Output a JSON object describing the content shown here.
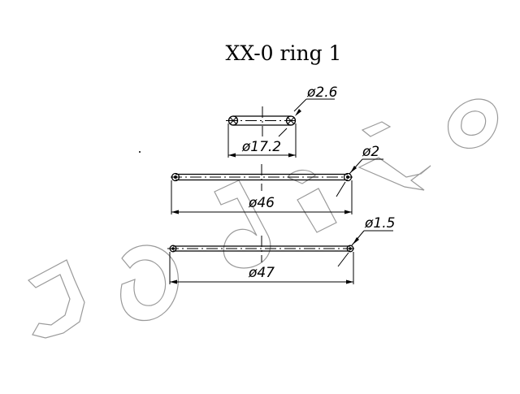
{
  "title": "XX-0 ring 1",
  "watermark_text": "Japko",
  "rings": [
    {
      "name": "ring-small",
      "inner_diameter_label": "ø17.2",
      "cross_section_label": "ø2.6"
    },
    {
      "name": "ring-medium",
      "inner_diameter_label": "ø46",
      "cross_section_label": "ø2"
    },
    {
      "name": "ring-large",
      "inner_diameter_label": "ø47",
      "cross_section_label": "ø1.5"
    }
  ]
}
